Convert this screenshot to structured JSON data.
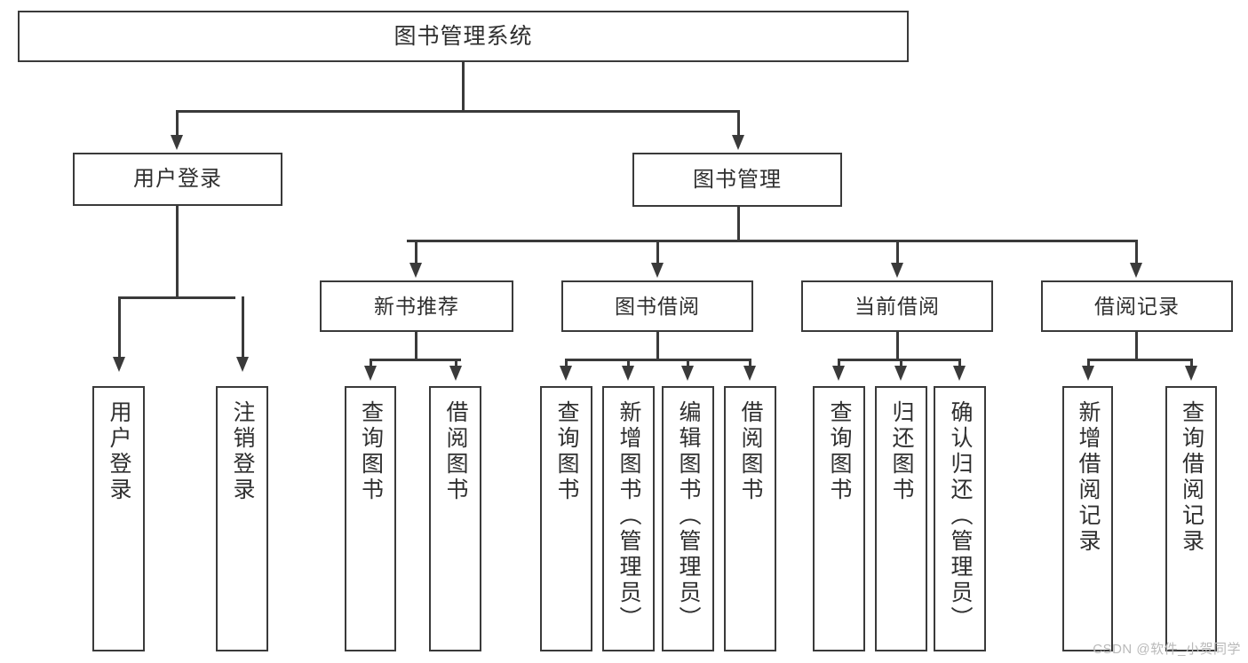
{
  "diagram": {
    "type": "hierarchy-tree",
    "title": "图书管理系统",
    "root": {
      "label": "图书管理系统"
    },
    "level1": [
      {
        "label": "用户登录"
      },
      {
        "label": "图书管理"
      }
    ],
    "level2": [
      {
        "label": "新书推荐"
      },
      {
        "label": "图书借阅"
      },
      {
        "label": "当前借阅"
      },
      {
        "label": "借阅记录"
      }
    ],
    "leaves": {
      "user_login": [
        {
          "label": "用户登录"
        },
        {
          "label": "注销登录"
        }
      ],
      "new_book_recommend": [
        {
          "label": "查询图书"
        },
        {
          "label": "借阅图书"
        }
      ],
      "book_borrow": [
        {
          "label": "查询图书"
        },
        {
          "label": "新增图书（管理员）"
        },
        {
          "label": "编辑图书（管理员）"
        },
        {
          "label": "借阅图书"
        }
      ],
      "current_borrow": [
        {
          "label": "查询图书"
        },
        {
          "label": "归还图书"
        },
        {
          "label": "确认归还（管理员）"
        }
      ],
      "borrow_record": [
        {
          "label": "新增借阅记录"
        },
        {
          "label": "查询借阅记录"
        }
      ]
    }
  },
  "watermark": {
    "text": "CSDN @软件_小贺同学"
  },
  "colors": {
    "stroke": "#3a3a3a",
    "text": "#2f2f2f",
    "background": "#ffffff",
    "watermark": "#b9b9b9"
  }
}
